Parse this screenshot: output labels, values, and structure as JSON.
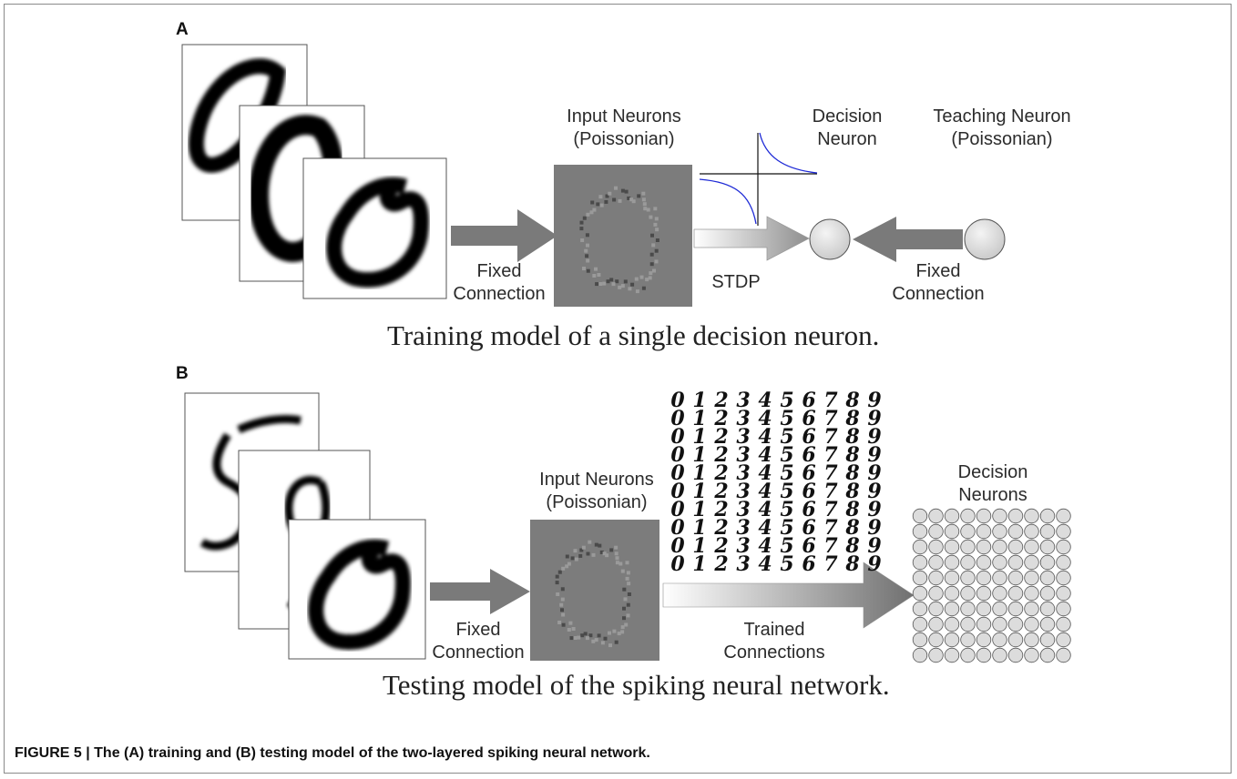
{
  "panel_a": {
    "letter": "A",
    "input_label_line1": "Input Neurons",
    "input_label_line2": "(Poissonian)",
    "decision_label_line1": "Decision",
    "decision_label_line2": "Neuron",
    "teaching_label_line1": "Teaching Neuron",
    "teaching_label_line2": "(Poissonian)",
    "fixed_left_line1": "Fixed",
    "fixed_left_line2": "Connection",
    "stdp_label": "STDP",
    "fixed_right_line1": "Fixed",
    "fixed_right_line2": "Connection",
    "caption": "Training model of a single decision neuron."
  },
  "panel_b": {
    "letter": "B",
    "input_label_line1": "Input Neurons",
    "input_label_line2": "(Poissonian)",
    "decision_label_line1": "Decision",
    "decision_label_line2": "Neurons",
    "fixed_line1": "Fixed",
    "fixed_line2": "Connection",
    "trained_line1": "Trained",
    "trained_line2": "Connections",
    "digit_grid_rows": [
      "0123456789",
      "0123456789",
      "0123456789",
      "0123456789",
      "0123456789",
      "0123456789",
      "0123456789",
      "0123456789",
      "0123456789",
      "0123456789"
    ],
    "neuron_grid": {
      "rows": 10,
      "cols": 10
    },
    "caption": "Testing model of the spiking neural network."
  },
  "figure_caption": "FIGURE 5 | The (A) training and (B) testing model of the two-layered spiking neural network.",
  "colors": {
    "arrow_dark": "#7a7a7a",
    "neuron_fill": "#dcdcdc",
    "input_box": "#7c7c7c",
    "stdp_curve": "#1f2bd6"
  }
}
